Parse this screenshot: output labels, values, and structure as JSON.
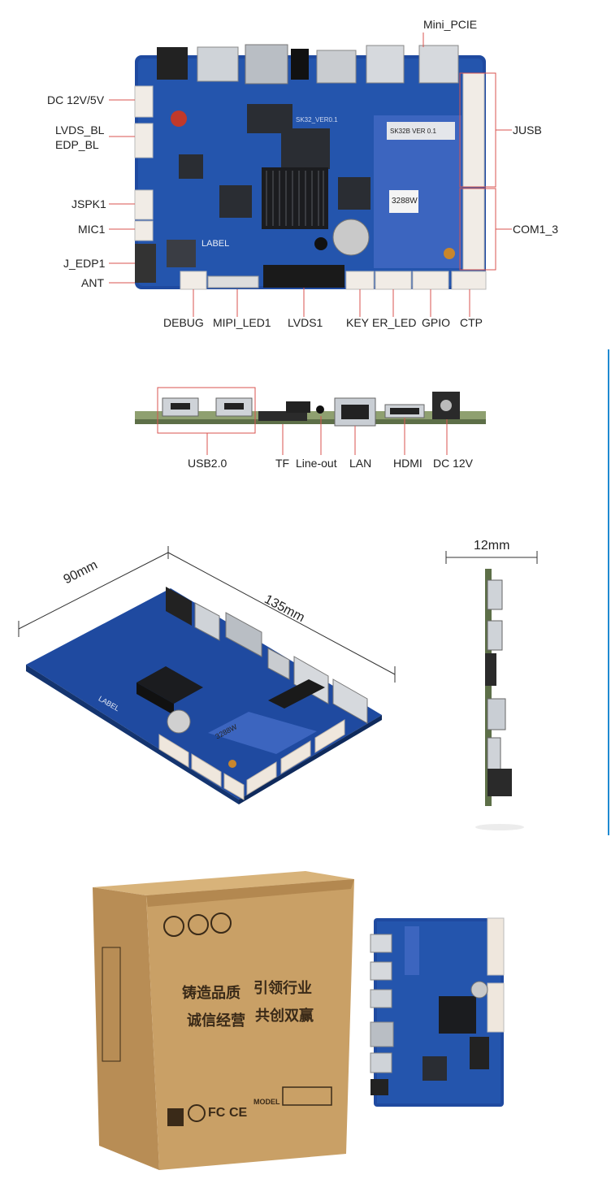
{
  "section1": {
    "labels_left": {
      "dc": "DC 12V/5V",
      "lvds_bl": "LVDS_BL",
      "edp_bl": "EDP_BL",
      "jspk": "JSPK1",
      "mic": "MIC1",
      "jedp": "J_EDP1",
      "ant": "ANT"
    },
    "labels_top": {
      "mini_pcie": "Mini_PCIE"
    },
    "labels_right": {
      "jusb": "JUSB",
      "com": "COM1_3"
    },
    "labels_bottom": {
      "debug": "DEBUG",
      "mipi": "MIPI_LED1",
      "lvds1": "LVDS1",
      "key": "KEY",
      "er_led": "ER_LED",
      "gpio": "GPIO",
      "ctp": "CTP"
    },
    "board_text": {
      "label": "LABEL",
      "model": "SK32_VER0.1",
      "module": "3288W",
      "sticker": "SK32B VER 0.1"
    }
  },
  "section2": {
    "labels": {
      "usb": "USB2.0",
      "tf": "TF",
      "lineout": "Line-out",
      "lan": "LAN",
      "hdmi": "HDMI",
      "dc": "DC 12V"
    }
  },
  "section3": {
    "dims": {
      "width": "90mm",
      "length": "135mm",
      "thickness": "12mm"
    },
    "board_text": {
      "label": "LABEL",
      "module": "3288W"
    }
  },
  "section4": {
    "box_text": {
      "line1a": "铸造品质",
      "line1b": "引领行业",
      "line2a": "诚信经营",
      "line2b": "共创双赢",
      "model": "MODEL",
      "fc": "FC",
      "ce": "CE"
    }
  },
  "colors": {
    "pcb": "#1f4aa0",
    "accent": "#1f8ad1",
    "callout_red": "#d9534f",
    "box": "#c49a63"
  }
}
